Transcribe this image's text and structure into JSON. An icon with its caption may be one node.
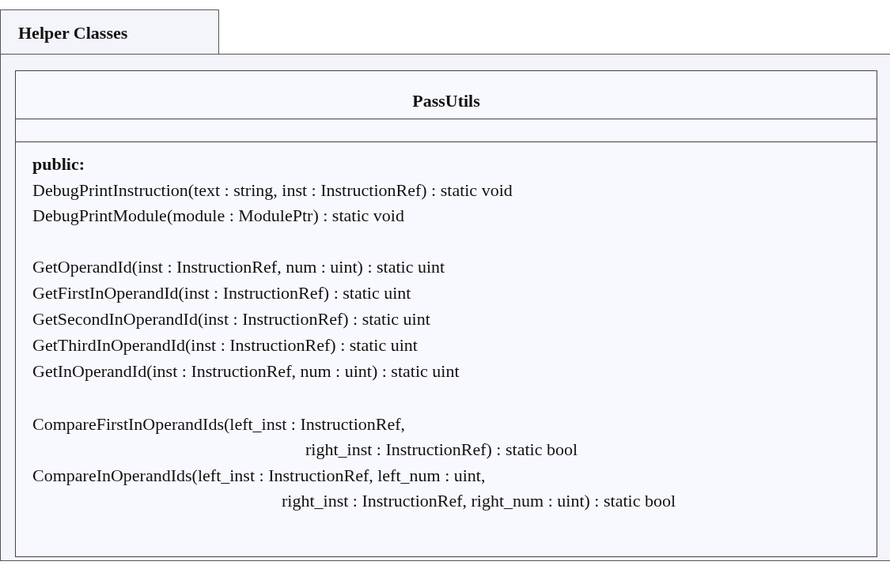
{
  "diagram": {
    "nodes": [
      {
        "text": [
          "Helper Classes"
        ]
      },
      {
        "text": [
          "PassUtils",
          "public:",
          "DebugPrintInstruction(text : string, inst : InstructionRef) : static void",
          "DebugPrintModule(module : ModulePtr) : static void",
          "GetOperandId(inst : InstructionRef, num : uint) : static uint",
          "GetFirstInOperandId(inst : InstructionRef) : static uint",
          "GetSecondInOperandId(inst : InstructionRef) : static uint",
          "GetThirdInOperandId(inst : InstructionRef) : static uint",
          "GetInOperandId(inst : InstructionRef, num : uint) : static uint",
          "CompareFirstInOperandIds(left_inst : InstructionRef, right_inst : InstructionRef) : static bool",
          "CompareInOperandIds(left_inst : InstructionRef, left_num : uint, right_inst : InstructionRef, right_num : uint) : static bool"
        ],
        "in": 0
      }
    ],
    "edges": []
  }
}
